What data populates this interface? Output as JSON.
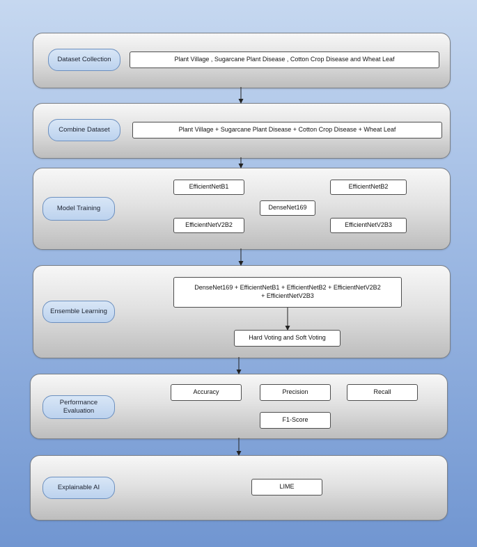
{
  "stages": {
    "dataset_collection": {
      "label": "Dataset Collection",
      "sources": "Plant Village , Sugarcane Plant Disease , Cotton Crop Disease and Wheat Leaf"
    },
    "combine_dataset": {
      "label": "Combine Dataset",
      "combined": "Plant Village + Sugarcane Plant Disease + Cotton Crop Disease + Wheat Leaf"
    },
    "model_training": {
      "label": "Model Training",
      "models": {
        "efficientnet_b1": "EfficientNetB1",
        "efficientnet_b2": "EfficientNetB2",
        "densenet169": "DenseNet169",
        "efficientnet_v2b2": "EfficientNetV2B2",
        "efficientnet_v2b3": "EfficientNetV2B3"
      }
    },
    "ensemble_learning": {
      "label": "Ensemble Learning",
      "ensemble_line1": "DenseNet169 + EfficientNetB1 + EfficientNetB2 + EfficientNetV2B2",
      "ensemble_line2": "+ EfficientNetV2B3",
      "voting": "Hard Voting and Soft Voting"
    },
    "performance_evaluation": {
      "label_line1": "Performance",
      "label_line2": "Evaluation",
      "metrics": {
        "accuracy": "Accuracy",
        "precision": "Precision",
        "recall": "Recall",
        "f1": "F1-Score"
      }
    },
    "explainable_ai": {
      "label": "Explainable AI",
      "method": "LIME"
    }
  },
  "colors": {
    "background_top": "#c6d8f0",
    "background_bottom": "#7196d1",
    "stage_fill": "#e2e2e2",
    "tag_fill": "#bcd2ee",
    "box_fill": "#ffffff",
    "arrow": "#222222"
  }
}
